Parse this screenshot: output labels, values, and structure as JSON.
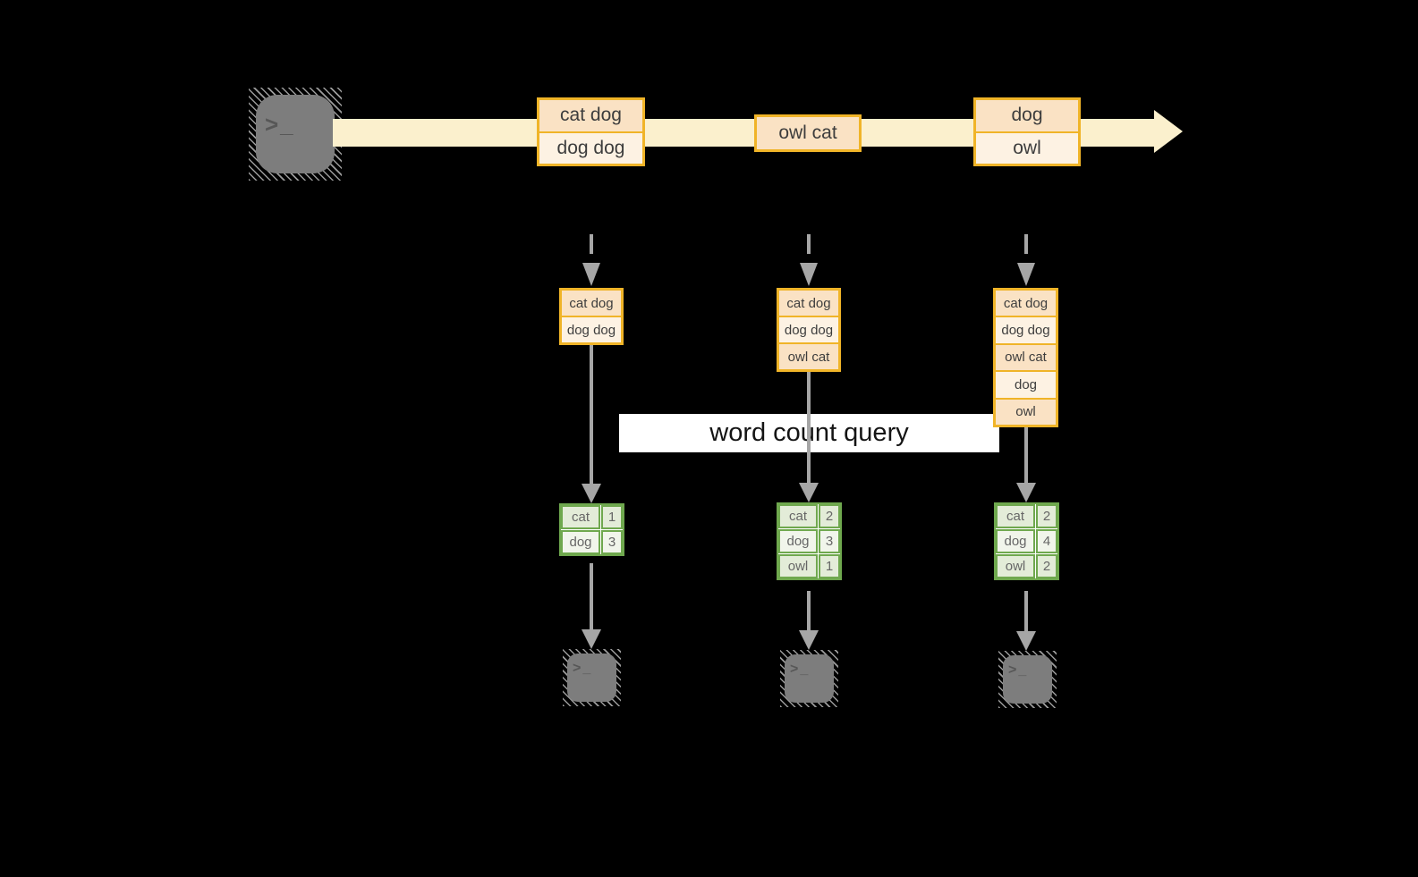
{
  "colors": {
    "cream": "#fbf0cd",
    "gold": "#f0b428",
    "peachDark": "#fae2c4",
    "peachLight": "#fdf2e3",
    "green": "#6fa84e",
    "greenDark": "#e3ecd8",
    "greenLight": "#f1f5eb",
    "arrow": "#a6a6a6",
    "terminalGray": "#7d7d7d"
  },
  "icons": {
    "terminal_prompt": ">_"
  },
  "stream": {
    "events": [
      {
        "rows": [
          "cat dog",
          "dog dog"
        ]
      },
      {
        "rows": [
          "owl cat"
        ]
      },
      {
        "rows": [
          "dog",
          "owl"
        ]
      }
    ]
  },
  "query": {
    "label": "word count query"
  },
  "columns": [
    {
      "buffer": [
        "cat dog",
        "dog dog"
      ],
      "counts": [
        [
          "cat",
          "1"
        ],
        [
          "dog",
          "3"
        ]
      ]
    },
    {
      "buffer": [
        "cat dog",
        "dog dog",
        "owl cat"
      ],
      "counts": [
        [
          "cat",
          "2"
        ],
        [
          "dog",
          "3"
        ],
        [
          "owl",
          "1"
        ]
      ]
    },
    {
      "buffer": [
        "cat dog",
        "dog dog",
        "owl cat",
        "dog",
        "owl"
      ],
      "counts": [
        [
          "cat",
          "2"
        ],
        [
          "dog",
          "4"
        ],
        [
          "owl",
          "2"
        ]
      ]
    }
  ]
}
